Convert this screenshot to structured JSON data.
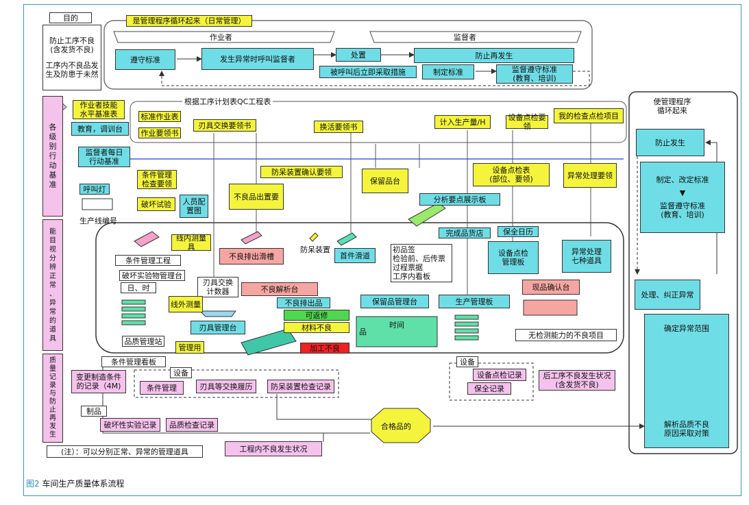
{
  "caption": {
    "figure_no": "图2",
    "title": " 车间生产质量体系流程"
  },
  "purpose": {
    "header": "目的",
    "line1": "防止工序不良\n(含发货不良)",
    "line2": "工序内不良品发\n生及防患于未然"
  },
  "top": {
    "cycle_title": "是管理程序循环起来（日常管理）",
    "worker": "作业者",
    "supervisor": "监督者",
    "follow_std": "遵守标准",
    "call_supervisor": "发生异常时呼叫监督者",
    "handle": "处置",
    "immediate": "被呼叫后立即采取措施",
    "prevent": "防止再发生",
    "set_std": "制定标准",
    "monitor_std": "监督遵守标准\n(教育、培训)"
  },
  "left_labels": {
    "l1": "各\n级\n别\n行\n动\n基\n准",
    "l2": "能\n目\n视\n分\n辨\n正\n常\n、\n异\n常\n的\n道\n具",
    "l3": "质\n量\n记\n录\n与\n防\n止\n再\n发\n生"
  },
  "right_panel": {
    "header": "使管理程序\n循环起来",
    "prevent": "防止发生",
    "revise": "制定、改定标准",
    "monitor": "监督遵守标准\n(教育、培训)",
    "handle": "处理、纠正异常",
    "confirm_range": "确定异常范围",
    "analyze": "解析品质不良\n原因采取对策"
  },
  "qc_title": "根据工序计划表QC工程表",
  "boxes": {
    "skill_table": "作业者技能\n水平基准表",
    "edu": "教育，调训台",
    "std_work": "标准作业表",
    "work_book": "作业要领书",
    "tool_change_book": "刃具交换要领书",
    "changeover_book": "换活要领书",
    "plan_output": "计入生产量/H",
    "equip_check_book": "设备点检要领",
    "my_check": "我的检查点检项目",
    "sup_daily": "监督者每日\n行动基准",
    "call_light": "呼叫灯",
    "line_no": "生产线编号",
    "cond_check": "条件管理\n检查要领",
    "destructive": "破坏试验",
    "staffing": "人员配\n置图",
    "foolproof_check": "防呆装置确认要领",
    "defect_sort": "不良品出置要",
    "hold_area": "保留品台",
    "equip_check_table": "设备点检表\n(部位、要领)",
    "abnormal_book": "异常处理要领",
    "analysis_board": "分析要点展示板",
    "done_shop": "完成品货店",
    "maint_cal": "保全日历",
    "cond_mgmt_proc": "条件管理工程",
    "inline_meas": "线内测量具",
    "defect_chute": "不良排出滑槽",
    "foolproof_dev": "防呆装置",
    "first_chute": "首件滑道",
    "first_item_list": "初品签\n检验前、后传票\n过程票据\n工序内看板",
    "equip_board": "设备点检\n管理板",
    "abnormal_tools": "异常处理\n七种道具",
    "destr_board": "破坏实验物管理台",
    "date_time": "日、时",
    "tool_counter": "刃具交换\n计数器",
    "defect_analysis": "不良解析台",
    "offline_meas": "线外测量",
    "defect_out": "不良排出品",
    "returnable": "可返修",
    "material_ng": "材料不良",
    "process_ng": "加工不良",
    "hold_board": "保留品管理台",
    "prod_board": "生产管理板",
    "real_check": "现品确认台",
    "time": "时间",
    "item": "品",
    "tool_board": "刃具管理台",
    "quality_station": "品质管理站",
    "mgmt_use": "管理用",
    "undetectable": "无检测能力的不良项目",
    "cond_board": "条件管理看板",
    "equipment": "设备",
    "equipment2": "设备",
    "change_4m": "变更制造条件\n的记录（4M)",
    "cond_mgmt": "条件管理",
    "tool_history": "刃具等交换履历",
    "foolproof_record": "防呆装置检查记录",
    "equip_record": "设备点检记录",
    "maint_record": "保全记录",
    "next_defect": "后工序不良发生状况\n(含发货不良)",
    "product": "制品",
    "destr_record": "破坏性实验记录",
    "quality_record": "品质检查记录",
    "pass": "合格品的",
    "inproc_defect": "工程内不良发生状况",
    "note": "(注）：可以分别正常、异常的管理道具"
  },
  "colors": {
    "cyan": "#6fdde6",
    "yellow": "#f4f43c",
    "pink": "#f5c2ec",
    "green": "#4fd84f",
    "red": "#ee2222",
    "border": "#3a97a8",
    "blueline": "#4a5fd8"
  }
}
